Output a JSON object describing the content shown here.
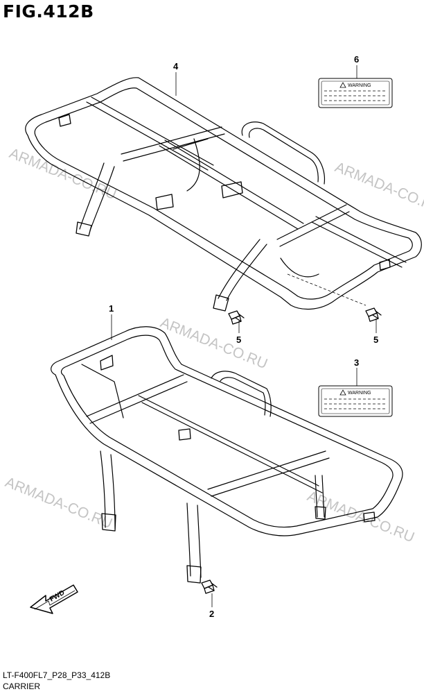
{
  "figure": {
    "title": "FIG.412B",
    "code": "LT-F400FL7_P28_P33_412B",
    "name": "CARRIER"
  },
  "watermark": "ARMADA-CO.RU",
  "callouts": [
    {
      "id": "c1",
      "number": "1"
    },
    {
      "id": "c2",
      "number": "2"
    },
    {
      "id": "c3",
      "number": "3"
    },
    {
      "id": "c4",
      "number": "4"
    },
    {
      "id": "c5a",
      "number": "5"
    },
    {
      "id": "c5b",
      "number": "5"
    },
    {
      "id": "c6",
      "number": "6"
    }
  ],
  "labels": {
    "upper": "WARNING",
    "lower": "WARNING"
  },
  "fwd_arrow": "FWD"
}
